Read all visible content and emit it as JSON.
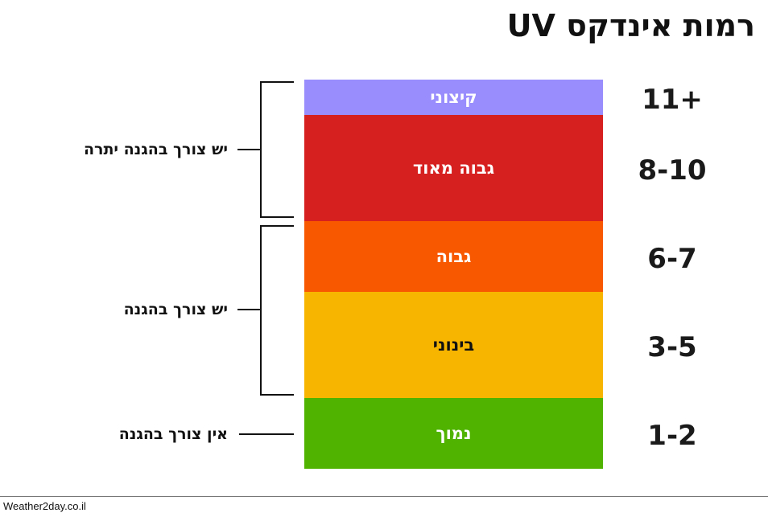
{
  "title": "רמות אינדקס UV",
  "levels": [
    {
      "name": "קיצוני",
      "range": "11+",
      "color": "#998cfc",
      "text_color": "#ffffff"
    },
    {
      "name": "גבוה מאוד",
      "range": "8-10",
      "color": "#d61f1f",
      "text_color": "#ffffff"
    },
    {
      "name": "גבוה",
      "range": "6-7",
      "color": "#f75800",
      "text_color": "#ffffff"
    },
    {
      "name": "בינוני",
      "range": "3-5",
      "color": "#f7b500",
      "text_color": "#111111"
    },
    {
      "name": "נמוך",
      "range": "1-2",
      "color": "#4fb300",
      "text_color": "#ffffff"
    }
  ],
  "groups": [
    {
      "label": "יש צורך בהגנה יתרה"
    },
    {
      "label": "יש צורך בהגנה"
    },
    {
      "label": "אין צורך בהגנה"
    }
  ],
  "footer": "Weather2day.co.il"
}
